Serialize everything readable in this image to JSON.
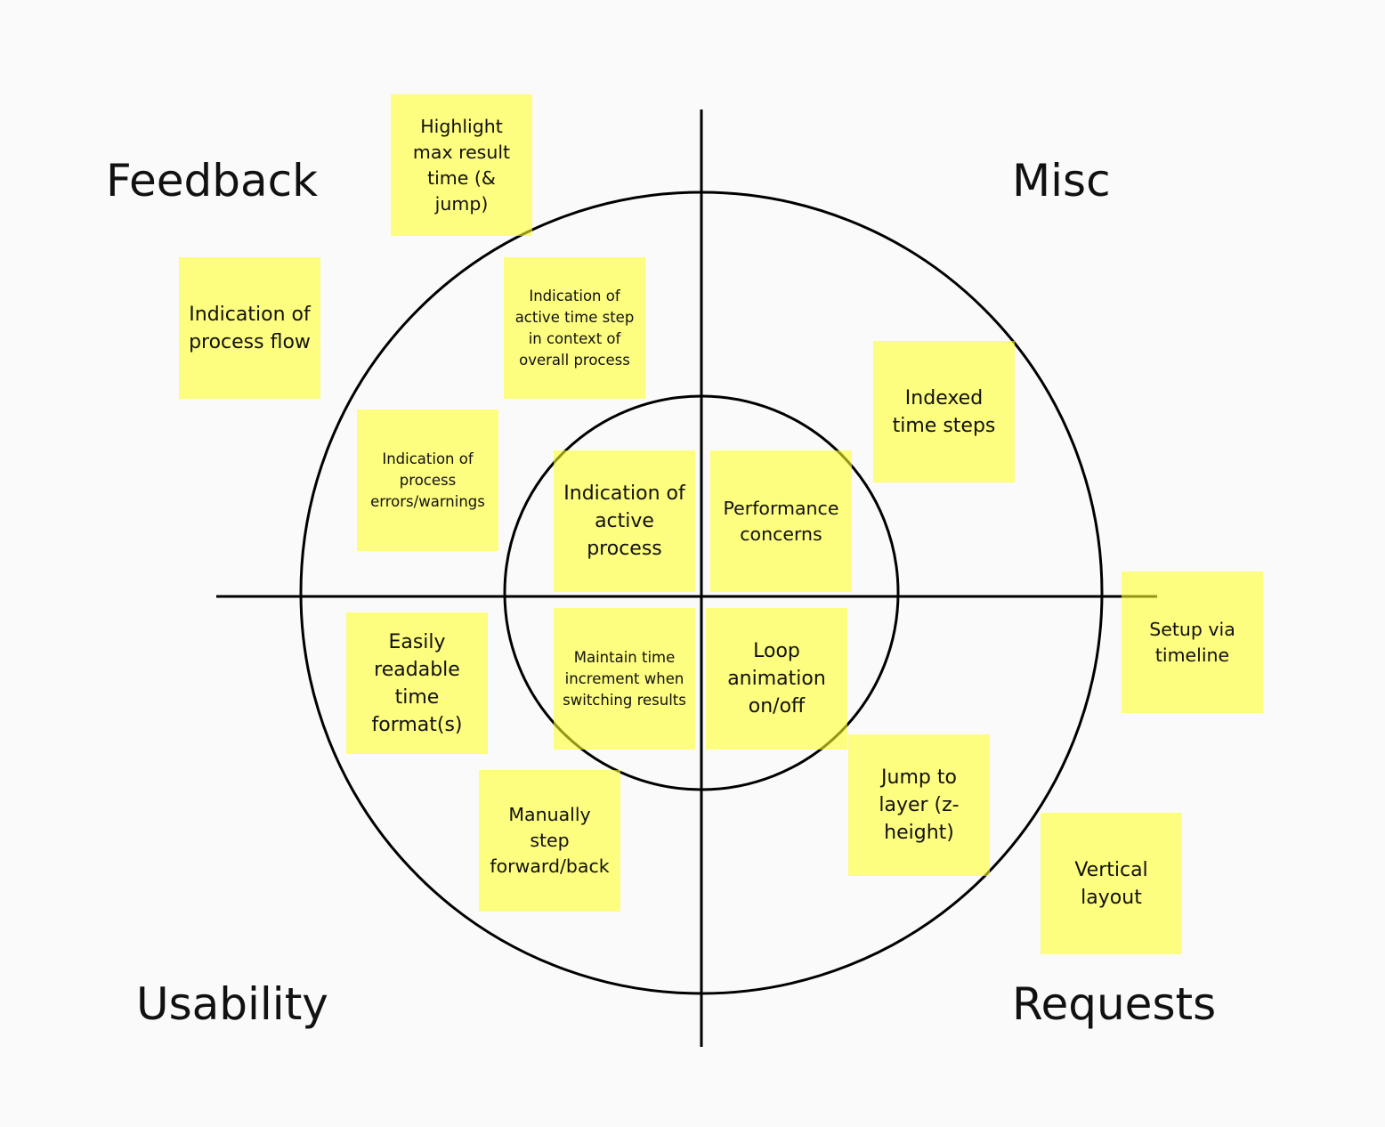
{
  "quadrants": {
    "top_left": "Feedback",
    "top_right": "Misc",
    "bottom_left": "Usability",
    "bottom_right": "Requests"
  },
  "notes": {
    "highlight_max": "Highlight max result time (& jump)",
    "process_flow": "Indication of process flow",
    "active_time_step": "Indication of active time step in context of overall process",
    "indexed_time_steps": "Indexed time steps",
    "process_errors": "Indication of process errors/warnings",
    "active_process": "Indication of active process",
    "performance": "Performance concerns",
    "setup_timeline": "Setup via timeline",
    "readable_time": "Easily readable time format(s)",
    "maintain_increment": "Maintain time increment when switching results",
    "loop_animation": "Loop animation on/off",
    "jump_to_layer": "Jump to layer (z-height)",
    "manual_step": "Manually step forward/back",
    "vertical_layout": "Vertical layout"
  },
  "colors": {
    "sticky_note": "#fbfb7f",
    "lines": "#000000",
    "background": "#fafafa"
  }
}
